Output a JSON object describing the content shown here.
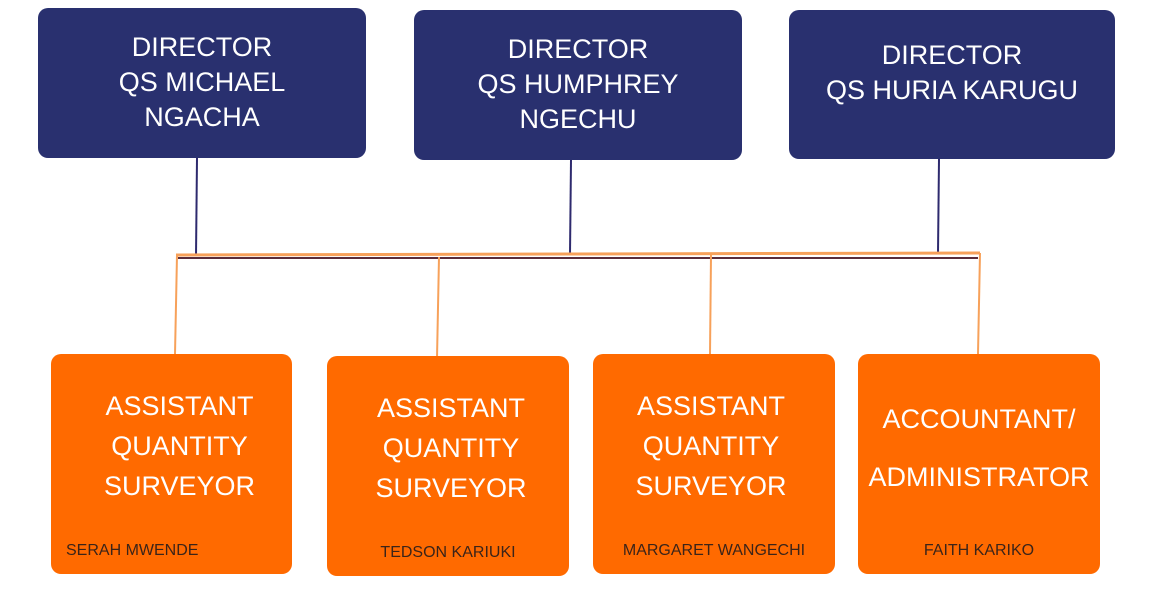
{
  "colors": {
    "director_fill": "#29306f",
    "staff_fill": "#ff6a00",
    "director_connector": "#2e2a6e",
    "staff_connector": "#f7a15a",
    "title_text": "#ffffff",
    "name_text": "#3b2419"
  },
  "directors": [
    {
      "lines": [
        "DIRECTOR",
        "QS MICHAEL",
        "NGACHA"
      ]
    },
    {
      "lines": [
        "DIRECTOR",
        "QS HUMPHREY",
        "NGECHU"
      ]
    },
    {
      "lines": [
        "DIRECTOR",
        "QS HURIA KARUGU"
      ]
    }
  ],
  "staff": [
    {
      "title_lines": [
        "ASSISTANT",
        "QUANTITY",
        "SURVEYOR"
      ],
      "name": "SERAH MWENDE"
    },
    {
      "title_lines": [
        "ASSISTANT",
        "QUANTITY",
        "SURVEYOR"
      ],
      "name": "TEDSON KARIUKI"
    },
    {
      "title_lines": [
        "ASSISTANT",
        "QUANTITY",
        "SURVEYOR"
      ],
      "name": "MARGARET WANGECHI"
    },
    {
      "title_lines": [
        "ACCOUNTANT/",
        "ADMINISTRATOR"
      ],
      "name": "FAITH KARIKO"
    }
  ]
}
